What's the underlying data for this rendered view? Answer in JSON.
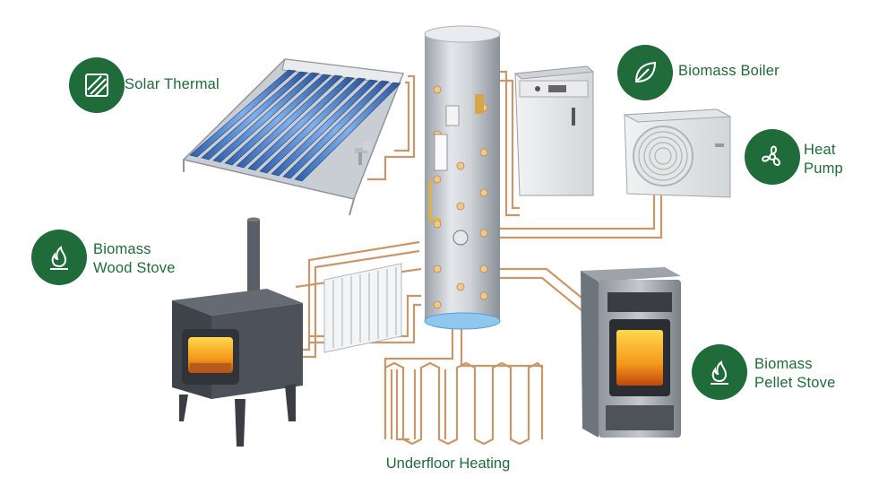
{
  "colors": {
    "accent": "#1f6b3a",
    "pipe": "#c9976a",
    "cylinder": "#cfd3d8",
    "stove": "#4a4f57",
    "panel": "#3f76c7"
  },
  "labels": {
    "solar_thermal": "Solar Thermal",
    "biomass_boiler": "Biomass Boiler",
    "heat_pump_line1": "Heat",
    "heat_pump_line2": "Pump",
    "wood_stove_line1": "Biomass",
    "wood_stove_line2": "Wood Stove",
    "pellet_stove_line1": "Biomass",
    "pellet_stove_line2": "Pellet Stove",
    "underfloor_heating": "Underfloor Heating"
  },
  "icons": {
    "solar_thermal": "solar-panel-icon",
    "biomass_boiler": "leaf-icon",
    "heat_pump": "fan-icon",
    "wood_stove": "flame-icon",
    "pellet_stove": "flame-icon"
  }
}
